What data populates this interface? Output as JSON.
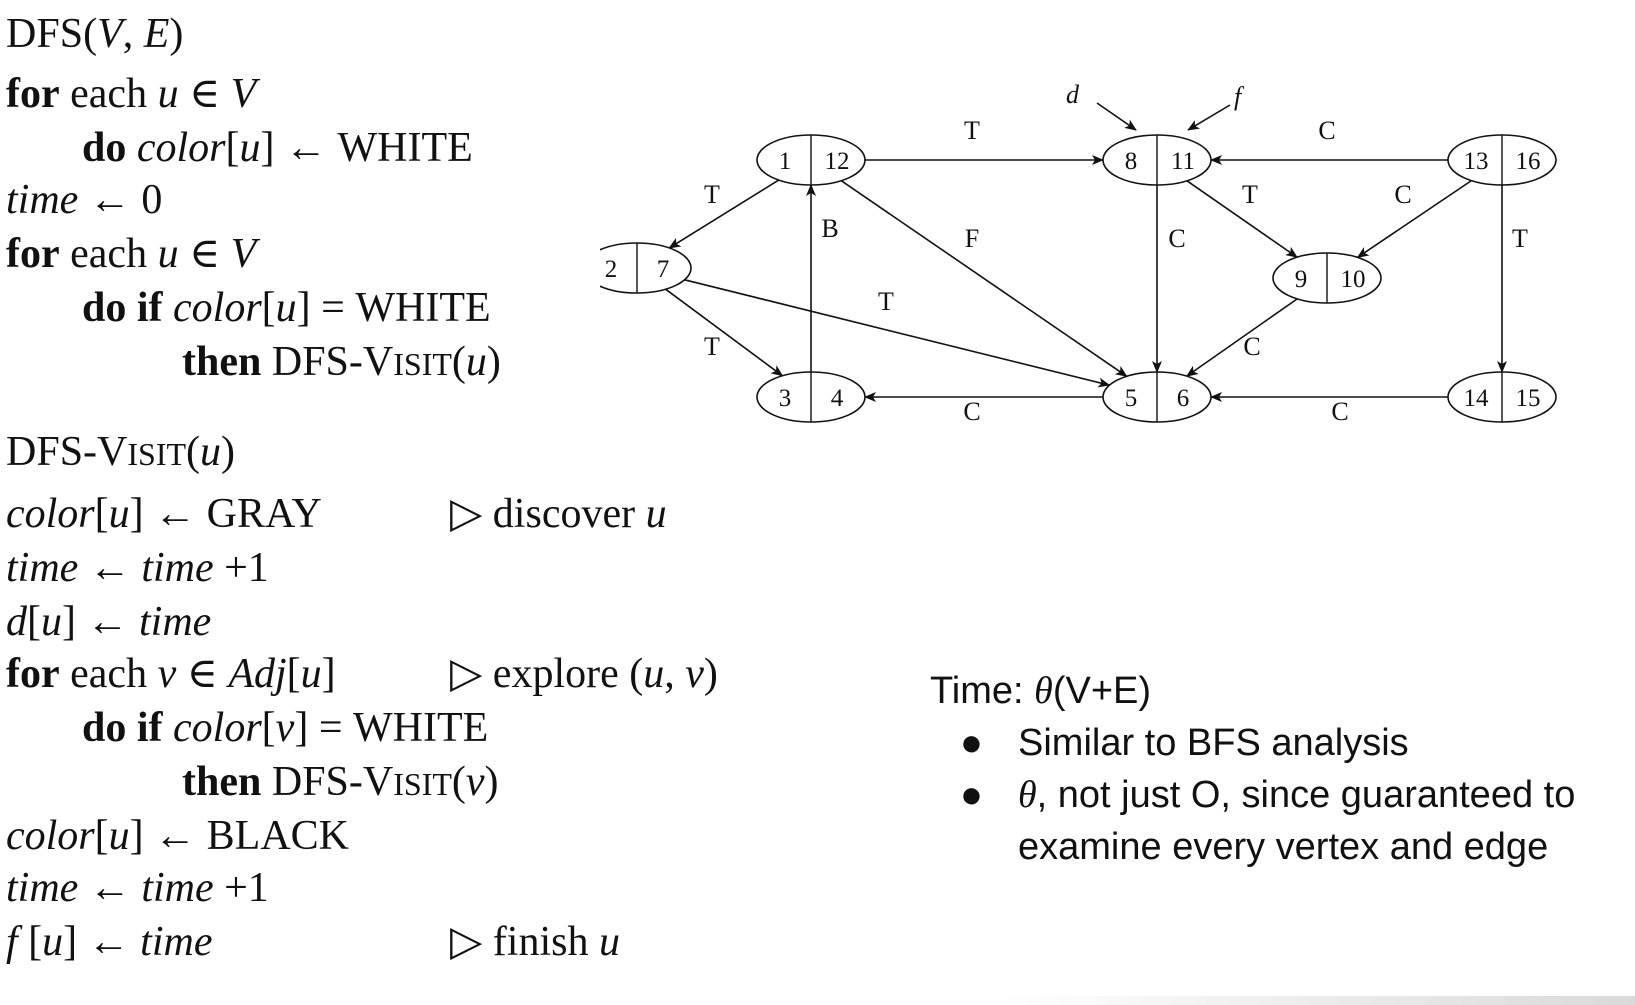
{
  "dfs": {
    "l1": [
      "DFS",
      "(",
      "V",
      ", ",
      "E",
      ")"
    ],
    "l2": [
      "for",
      " each ",
      "u",
      " ∈ ",
      "V"
    ],
    "l3": [
      "do",
      " ",
      "color",
      "[",
      "u",
      "] ← ",
      "WHITE"
    ],
    "l4": [
      "time",
      " ← 0"
    ],
    "l5": [
      "for",
      " each ",
      "u",
      " ∈ ",
      "V"
    ],
    "l6": [
      "do if",
      " ",
      "color",
      "[",
      "u",
      "] = ",
      "WHITE"
    ],
    "l7": [
      "then",
      " DFS-V",
      "ISIT",
      "(",
      "u",
      ")"
    ]
  },
  "visit": {
    "l1": [
      "DFS-V",
      "ISIT",
      "(",
      "u",
      ")"
    ],
    "l2": [
      "color",
      "[",
      "u",
      "] ← ",
      "GRAY"
    ],
    "l2c": [
      "▷ discover ",
      "u"
    ],
    "l3": [
      "time",
      " ← ",
      "time",
      " +1"
    ],
    "l4": [
      "d",
      "[",
      "u",
      "] ← ",
      "time"
    ],
    "l5": [
      "for",
      " each ",
      "v",
      " ∈ ",
      "Adj",
      "[",
      "u",
      "]"
    ],
    "l5c": [
      "▷ explore (",
      "u",
      ", ",
      "v",
      ")"
    ],
    "l6": [
      "do if",
      " ",
      "color",
      "[",
      "v",
      "] = ",
      "WHITE"
    ],
    "l7": [
      "then",
      " DFS-V",
      "ISIT",
      "(",
      "v",
      ")"
    ],
    "l8": [
      "color",
      "[",
      "u",
      "] ← ",
      "BLACK"
    ],
    "l9": [
      "time",
      " ← ",
      "time",
      " +1"
    ],
    "l10": [
      "f",
      " [",
      "u",
      "] ← ",
      "time"
    ],
    "l10c": [
      "▷ finish ",
      "u"
    ]
  },
  "graph": {
    "nodes": [
      {
        "id": "n1",
        "d": "1",
        "f": "12"
      },
      {
        "id": "n2",
        "d": "2",
        "f": "7"
      },
      {
        "id": "n3",
        "d": "3",
        "f": "4"
      },
      {
        "id": "n5",
        "d": "5",
        "f": "6"
      },
      {
        "id": "n8",
        "d": "8",
        "f": "11"
      },
      {
        "id": "n9",
        "d": "9",
        "f": "10"
      },
      {
        "id": "n13",
        "d": "13",
        "f": "16"
      },
      {
        "id": "n14",
        "d": "14",
        "f": "15"
      }
    ],
    "edges": [
      {
        "from": "n1",
        "to": "n8",
        "label": "T"
      },
      {
        "from": "n1",
        "to": "n2",
        "label": "T"
      },
      {
        "from": "n1",
        "to": "n5",
        "label": "F"
      },
      {
        "from": "n2",
        "to": "n3",
        "label": "T"
      },
      {
        "from": "n2",
        "to": "n5",
        "label": "T"
      },
      {
        "from": "n3",
        "to": "n1",
        "label": "B"
      },
      {
        "from": "n5",
        "to": "n3",
        "label": "C"
      },
      {
        "from": "n8",
        "to": "n5",
        "label": "C"
      },
      {
        "from": "n8",
        "to": "n9",
        "label": "T"
      },
      {
        "from": "n9",
        "to": "n5",
        "label": "C"
      },
      {
        "from": "n13",
        "to": "n8",
        "label": "C"
      },
      {
        "from": "n13",
        "to": "n9",
        "label": "C"
      },
      {
        "from": "n13",
        "to": "n14",
        "label": "T"
      },
      {
        "from": "n14",
        "to": "n5",
        "label": "C"
      }
    ],
    "pointer_d": "d",
    "pointer_f": "f"
  },
  "time_analysis": {
    "title_prefix": "Time: ",
    "theta": "θ",
    "title_suffix": "(V+E)",
    "bullet": "●",
    "b1": "Similar to BFS analysis",
    "b2_theta": "θ",
    "b2_text": ", not just O, since guaranteed to examine every vertex and edge"
  }
}
